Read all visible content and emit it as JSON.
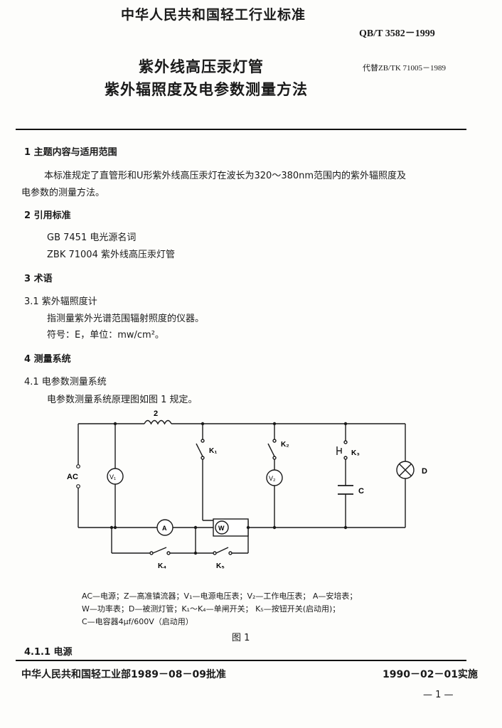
{
  "header": {
    "org_title": "中华人民共和国轻工行业标准",
    "standard_code": "QB/T 3582－1999",
    "title_line1": "紫外线高压汞灯管",
    "title_line2": "紫外辐照度及电参数测量方法",
    "replaces": "代替ZB/TK 71005－1989"
  },
  "sections": {
    "s1_heading": "1  主题内容与适用范围",
    "s1_para_line1": "本标准规定了直管形和U形紫外线高压汞灯在波长为320～380nm范围内的紫外辐照度及",
    "s1_para_line2": "电参数的测量方法。",
    "s2_heading": "2  引用标准",
    "s2_ref1": "GB 7451  电光源名词",
    "s2_ref2": "ZBK 71004  紫外线高压汞灯管",
    "s3_heading": "3  术语",
    "s31_heading": "3.1  紫外辐照度计",
    "s31_line1": "指测量紫外光谱范围辐射照度的仪器。",
    "s31_line2": "符号：E，单位：mw/cm²。",
    "s4_heading": "4  测量系统",
    "s41_heading": "4.1  电参数测量系统",
    "s41_line1": "电参数测量系统原理图如图 1 规定。",
    "s411_heading": "4.1.1  电源"
  },
  "figure": {
    "labels": {
      "choke": "2",
      "ac": "AC",
      "v1": "V₁",
      "v2": "V₂",
      "a": "A",
      "w": "W",
      "d": "D",
      "c": "C",
      "k1": "K₁",
      "k2": "K₂",
      "k3": "K₃",
      "k4": "K₄",
      "k5": "K₅"
    },
    "legend_line1": "AC—电源；Z—高准镇流器；V₁—电源电压表；V₂—工作电压表；  A—安培表；",
    "legend_line2": "W—功率表；D—被测灯管；K₁～K₄—单闸开关；  K₅—按钮开关(启动用)；",
    "legend_line3": "C—电容器4μf/600V（启动用）",
    "caption": "图   1"
  },
  "footer": {
    "approval": "中华人民共和国轻工业部1989－08－09批准",
    "effective": "1990－02－01实施",
    "page_number": "— 1 —"
  }
}
